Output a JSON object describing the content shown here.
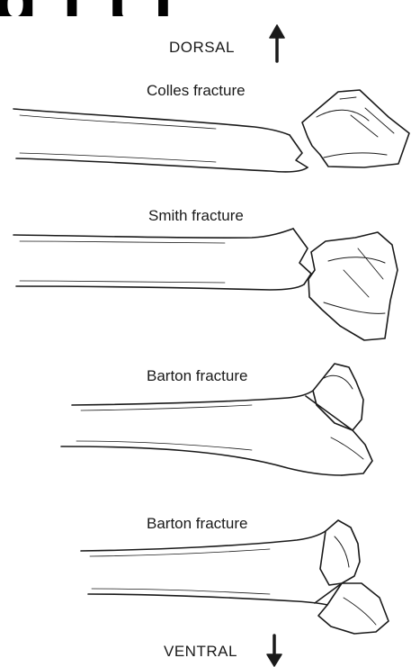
{
  "header_cropped_text": "g   f   t   l",
  "orientation": {
    "top": "DORSAL",
    "bottom": "VENTRAL"
  },
  "panels": [
    {
      "title": "Colles fracture"
    },
    {
      "title": "Smith fracture"
    },
    {
      "title": "Barton fracture"
    },
    {
      "title": "Barton fracture"
    }
  ]
}
